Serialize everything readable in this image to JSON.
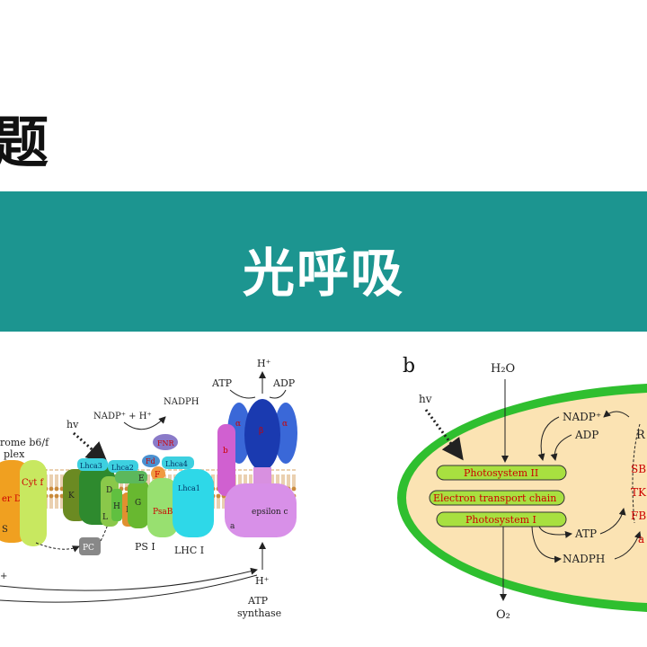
{
  "slide": {
    "top_glyph": "题",
    "banner_title": "光呼吸"
  },
  "colors": {
    "banner": "#1c9590",
    "membrane": "#c98a3a",
    "chloroplast_outer": "#2fbf2f",
    "stroma": "#fbe3b3"
  },
  "panel_a": {
    "cytb6f_label_1": "rome b6/f",
    "cytb6f_label_2": "plex",
    "cytf": "Cyt f",
    "subunit_d_left": "er D",
    "s_label": "S",
    "pc": "PC",
    "hv": "hv",
    "nadp_eq": "NADP⁺ + H⁺",
    "nadph": "NADPH",
    "fnr": "FNR",
    "fd": "Fd",
    "e": "E",
    "f": "F",
    "lhca3": "Lhca3",
    "lhca2": "Lhca2",
    "lhca4": "Lhca4",
    "lhca1": "Lhca1",
    "k": "K",
    "d": "D",
    "h": "H",
    "l": "L",
    "i": "I",
    "g": "G",
    "psab": "PsaB",
    "psi": "PS I",
    "lhci": "LHC I",
    "atp": "ATP",
    "adp": "ADP",
    "hplus_top": "H⁺",
    "alpha1": "α",
    "beta": "β",
    "alpha2": "α",
    "b": "b",
    "a": "a",
    "epsilon": "epsilon c",
    "hplus_bottom": "H⁺",
    "atp_synthase_1": "ATP",
    "atp_synthase_2": "synthase",
    "plus_left": "+"
  },
  "panel_b": {
    "letter": "b",
    "h2o": "H₂O",
    "hv": "hv",
    "ps2": "Photosystem II",
    "etc": "Electron transport chain",
    "ps1": "Photosystem I",
    "nadp": "NADP⁺",
    "adp": "ADP",
    "atp": "ATP",
    "nadph": "NADPH",
    "o2": "O₂",
    "r_cut": "R",
    "sb_cut": "SB",
    "tk_cut": "TK",
    "fb_cut": "FB",
    "a_cut": "a"
  }
}
